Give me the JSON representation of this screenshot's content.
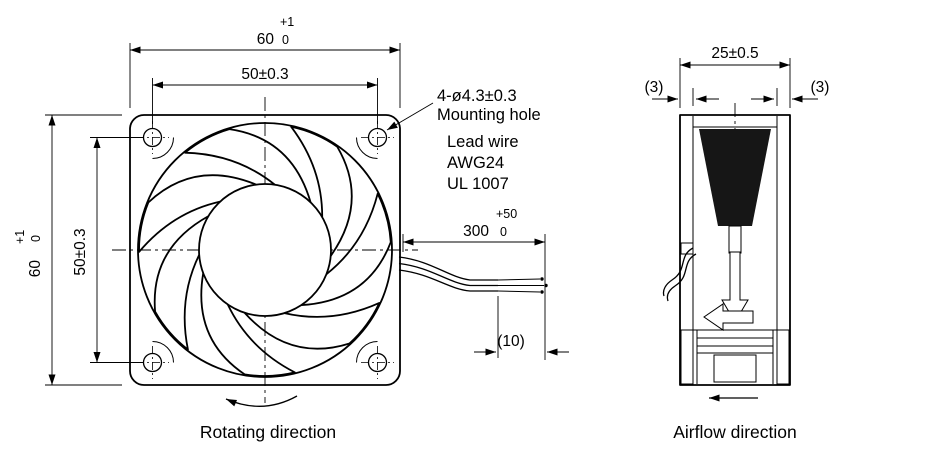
{
  "drawing": {
    "front_view": {
      "dim_width": {
        "nominal": "60",
        "tol_upper": "+1",
        "tol_lower": "0"
      },
      "dim_height": {
        "nominal": "60",
        "tol_upper": "+1",
        "tol_lower": "0"
      },
      "dim_hole_pitch_h": "50±0.3",
      "dim_hole_pitch_v": "50±0.3",
      "mounting_hole_note": {
        "line1": "4-ø4.3±0.3",
        "line2": "Mounting hole"
      },
      "lead_wire_note": {
        "line1": "Lead wire",
        "line2": "AWG24",
        "line3": "UL 1007"
      },
      "dim_lead_length": {
        "nominal": "300",
        "tol_upper": "+50",
        "tol_lower": "0"
      },
      "dim_strip_length": "(10)",
      "caption": "Rotating direction"
    },
    "side_view": {
      "dim_depth": "25±0.5",
      "dim_flange_left": "(3)",
      "dim_flange_right": "(3)",
      "caption": "Airflow direction"
    },
    "colors": {
      "line": "#000000",
      "background": "#ffffff"
    }
  }
}
